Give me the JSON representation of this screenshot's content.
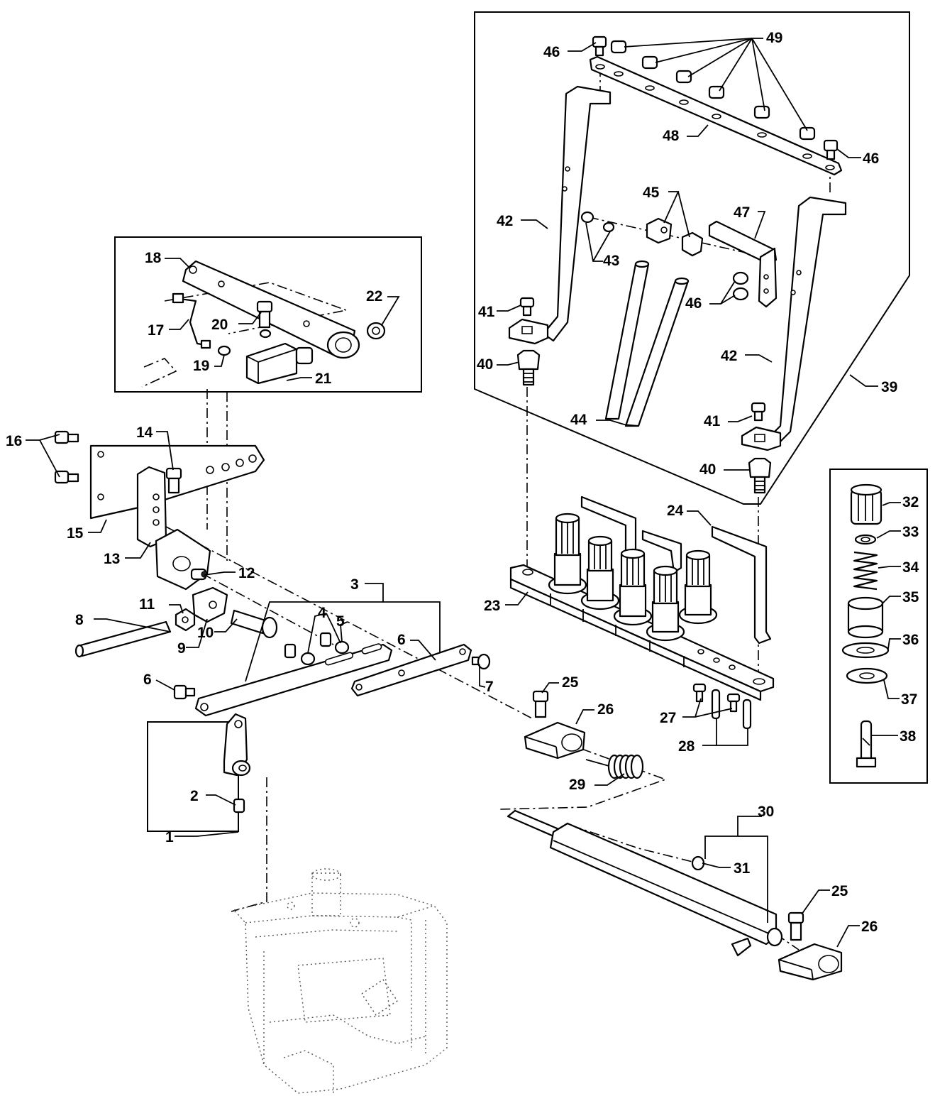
{
  "labels": [
    "1",
    "2",
    "3",
    "4",
    "5",
    "6",
    "6",
    "7",
    "8",
    "9",
    "10",
    "11",
    "12",
    "13",
    "14",
    "15",
    "16",
    "17",
    "18",
    "19",
    "20",
    "21",
    "22",
    "23",
    "24",
    "25",
    "25",
    "26",
    "26",
    "27",
    "28",
    "29",
    "30",
    "31",
    "32",
    "33",
    "34",
    "35",
    "36",
    "37",
    "38",
    "39",
    "40",
    "40",
    "41",
    "41",
    "42",
    "42",
    "43",
    "44",
    "45",
    "46",
    "46",
    "46",
    "47",
    "48",
    "49"
  ]
}
